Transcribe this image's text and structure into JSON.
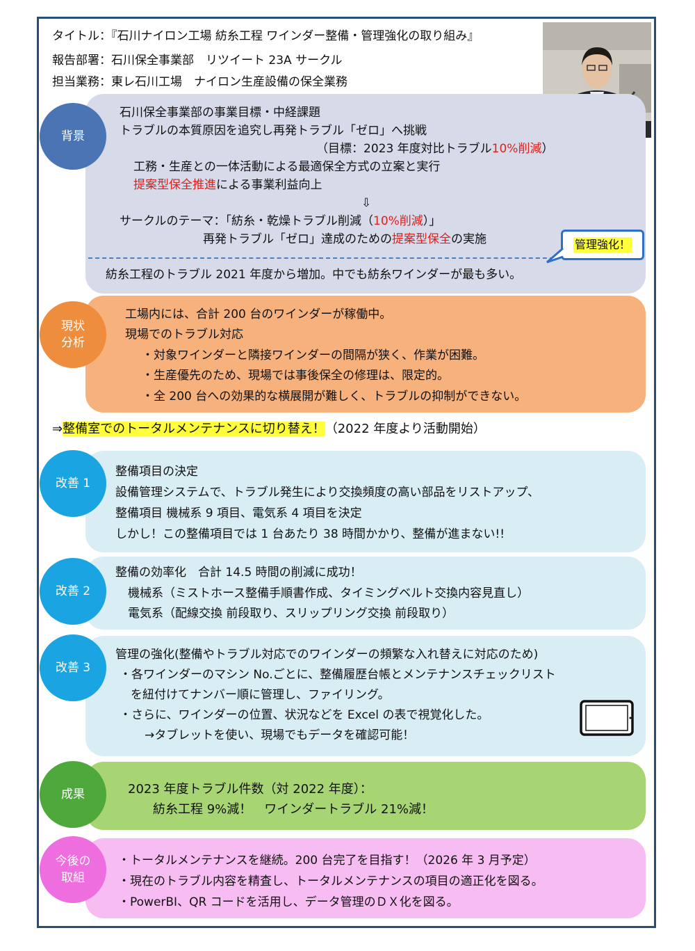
{
  "header": {
    "title": "タイトル：『石川ナイロン工場 紡糸工程 ワインダー整備・管理強化の取り組み』",
    "department": "報告部署：石川保全事業部　リツイート 23A サークル",
    "duty": "担当業務：東レ石川工場　ナイロン生産設備の保全業務"
  },
  "sections": {
    "background": {
      "label": "背景",
      "color": "#4a74b4",
      "lines": [
        "石川保全事業部の事業目標・中経課題",
        "トラブルの本質原因を追究し再発トラブル「ゼロ」へ挑戦",
        "（目標：2023 年度対比トラブル",
        "10%削減",
        "）",
        "工務・生産との一体活動による最適保全方式の立案と実行",
        "提案型保全推進",
        "による事業利益向上",
        "⇩",
        "サークルのテーマ：「紡糸・乾燥トラブル削減（",
        "10%削減",
        "）」",
        "再発トラブル「ゼロ」達成のための",
        "提案型保全",
        "の実施",
        "紡糸工程のトラブル 2021 年度から増加。中でも紡糸ワインダーが最も多い。"
      ],
      "callout": "管理強化！"
    },
    "analysis": {
      "label_1": "現状",
      "label_2": "分析",
      "color": "#ef8d3e",
      "lines": [
        "工場内には、合計 200 台のワインダーが稼働中。",
        "現場でのトラブル対応",
        "・対象ワインダーと隣接ワインダーの間隔が狭く、作業が困難。",
        "・生産優先のため、現場では事後保全の修理は、限定的。",
        "・全 200 台への効果的な横展開が難しく、トラブルの抑制ができない。"
      ]
    },
    "switch": {
      "prefix": "⇒",
      "highlight": "整備室でのトータルメンテナンスに切り替え！",
      "suffix": "（2022 年度より活動開始）"
    },
    "kaizen1": {
      "label": "改善 1",
      "color": "#1aa4e1",
      "lines": [
        "整備項目の決定",
        "設備管理システムで、トラブル発生により交換頻度の高い部品をリストアップ、",
        "整備項目 機械系 9 項目、電気系 4 項目を決定",
        "しかし！この整備項目では 1 台あたり 38 時間かかり、整備が進まない!!"
      ]
    },
    "kaizen2": {
      "label": "改善 2",
      "color": "#1aa4e1",
      "lines": [
        "整備の効率化　合計 14.5 時間の削減に成功！",
        "機械系（ミストホース整備手順書作成、タイミングベルト交換内容見直し）",
        "電気系（配線交換 前段取り、スリップリング交換 前段取り）"
      ]
    },
    "kaizen3": {
      "label": "改善 3",
      "color": "#1aa4e1",
      "lines": [
        "管理の強化(整備やトラブル対応でのワインダーの頻繁な入れ替えに対応のため)",
        "・各ワインダーのマシン No.ごとに、整備履歴台帳とメンテナンスチェックリスト",
        "を紐付けてナンバー順に管理し、ファイリング。",
        "・さらに、ワインダーの位置、状況などを Excel の表で視覚化した。",
        "→タブレットを使い、現場でもデータを確認可能！"
      ]
    },
    "result": {
      "label": "成果",
      "color": "#4fa83c",
      "lines": [
        "2023 年度トラブル件数（対 2022 年度）：",
        "紡糸工程 9%減！　ワインダートラブル 21%減！"
      ]
    },
    "future": {
      "label_1": "今後の",
      "label_2": "取組",
      "color": "#ee6ee0",
      "lines": [
        "・トータルメンテナンスを継続。200 台完了を目指す！（2026 年 3 月予定）",
        "・現在のトラブル内容を精査し、トータルメンテナンスの項目の適正化を図る。",
        "・PowerBI、QR コードを活用し、データ管理のＤＸ化を図る。"
      ]
    }
  },
  "icons": {
    "presenter_photo": "presenter-photo-icon",
    "tablet": "tablet-icon"
  }
}
